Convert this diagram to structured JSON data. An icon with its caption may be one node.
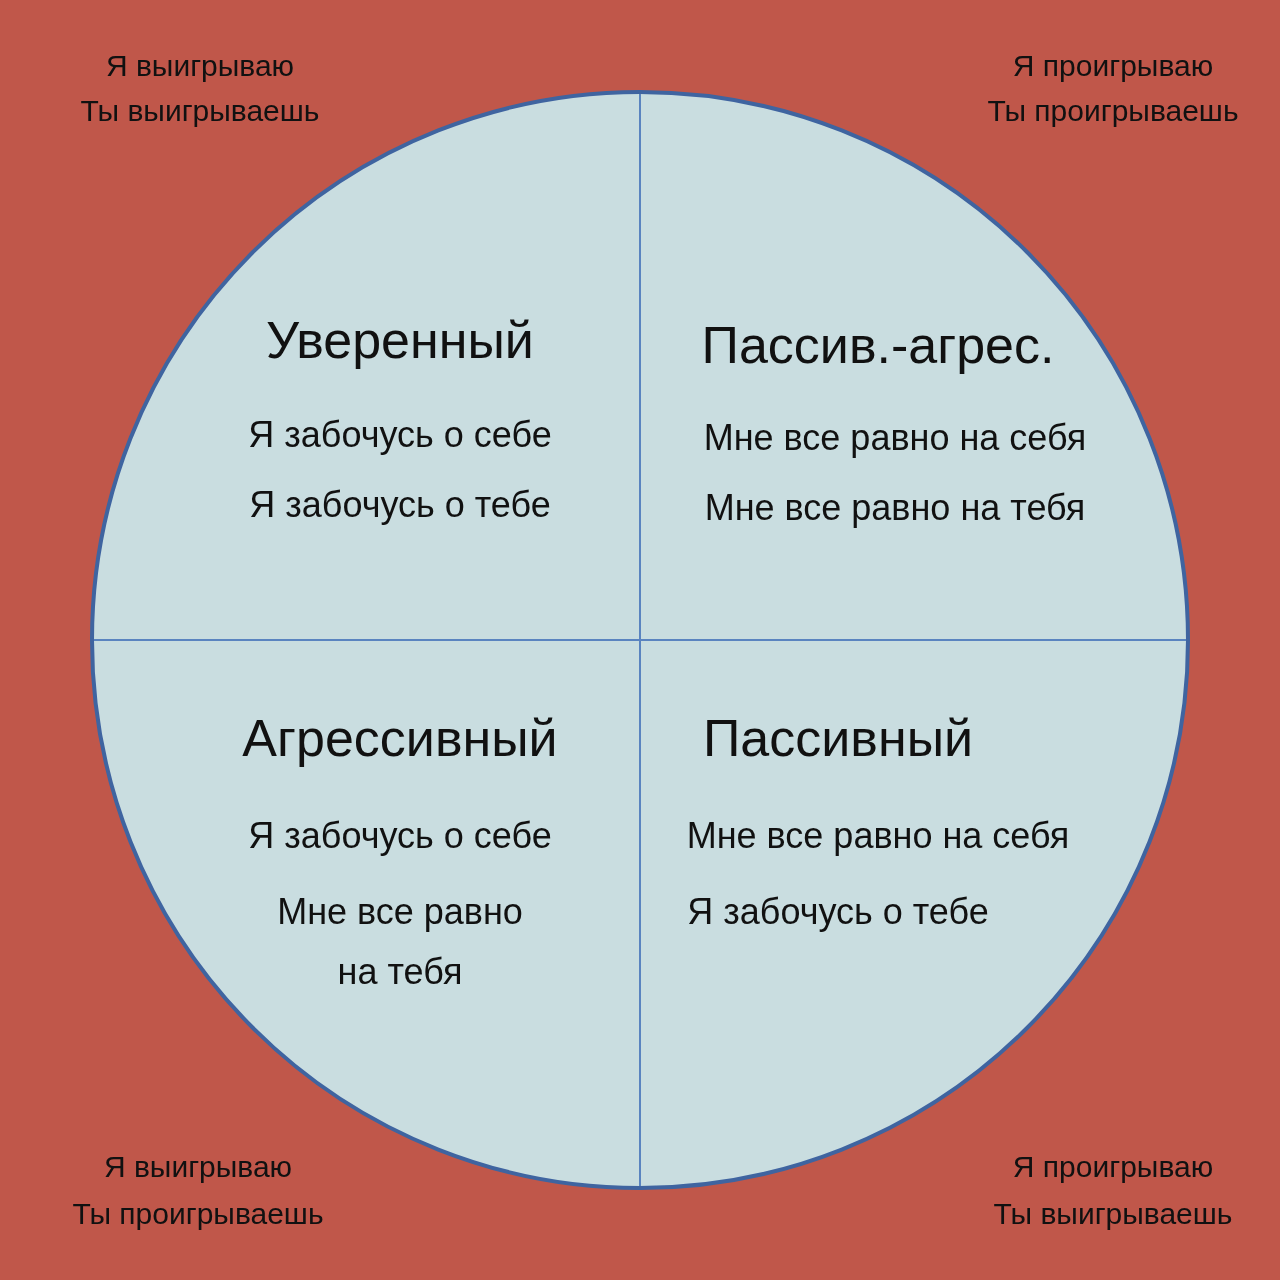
{
  "diagram": {
    "nodes": [
      {
        "text": [
          "Уверенный",
          "Я забочусь о себе",
          "Я забочусь о тебе"
        ],
        "beside": [
          "Я выигрываю",
          "Ты выигрываешь"
        ]
      },
      {
        "text": [
          "Пассив.-агрес.",
          "Мне все равно на себя",
          "Мне все равно на тебя"
        ],
        "beside": [
          "Я проигрываю",
          "Ты проигрываешь"
        ]
      },
      {
        "text": [
          "Агрессивный",
          "Я забочусь о себе",
          "Мне все равно на тебя"
        ],
        "beside": [
          "Я выигрываю",
          "Ты проигрываешь"
        ]
      },
      {
        "text": [
          "Пассивный",
          "Мне все равно на себя",
          "Я забочусь о тебе"
        ],
        "beside": [
          "Я проигрываю",
          "Ты выигрываешь"
        ]
      }
    ]
  }
}
